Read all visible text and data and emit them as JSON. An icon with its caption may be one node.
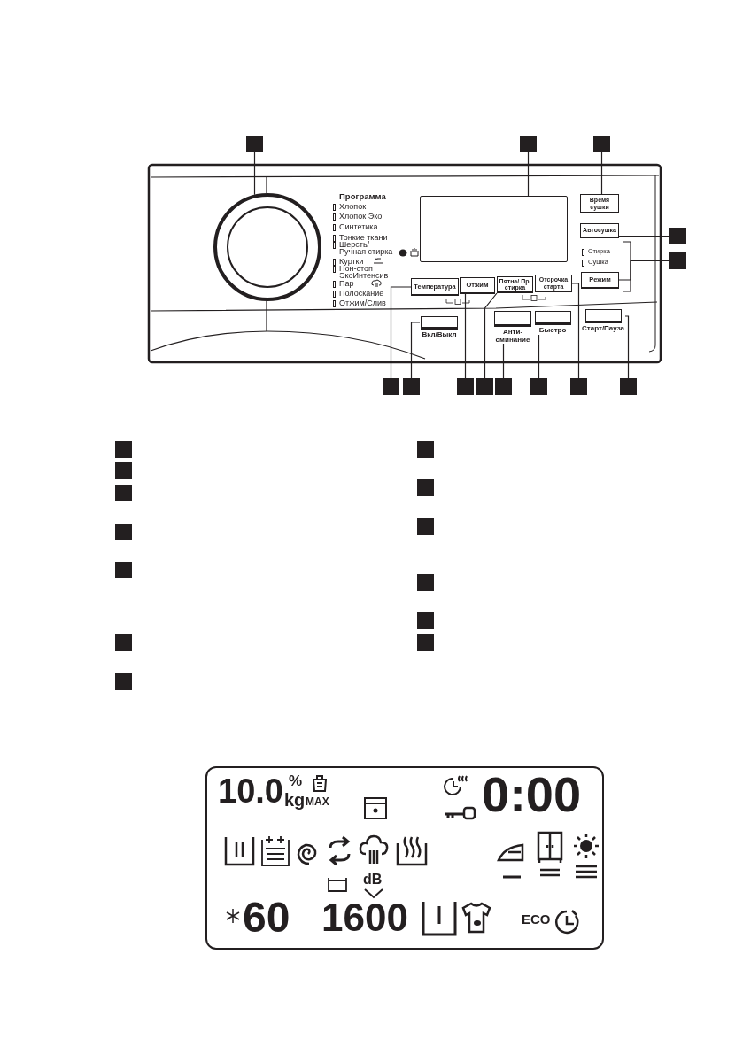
{
  "diagram": {
    "nodes": [
      {
        "text": [],
        "shape": "box"
      },
      {
        "text": [],
        "shape": "box"
      },
      {
        "text": [],
        "shape": "box"
      },
      {
        "text": [],
        "shape": "circle"
      },
      {
        "text": [],
        "shape": "box"
      },
      {
        "text": [
          "Время сушки"
        ]
      },
      {
        "text": [],
        "shape": "box"
      },
      {
        "text": [
          "Автосушка"
        ]
      },
      {
        "text": [],
        "shape": "box"
      },
      {
        "text": [
          "Режим"
        ]
      },
      {
        "text": [
          "Температура"
        ]
      },
      {
        "text": [
          "Отжим"
        ]
      },
      {
        "text": [
          "Пятна/ Пр. стирка"
        ]
      },
      {
        "text": [
          "Отсрочка старта"
        ]
      },
      {
        "text": [
          "Вкл/Выкл"
        ]
      },
      {
        "text": [
          "Анти-сминание"
        ]
      },
      {
        "text": [
          "Быстро"
        ]
      },
      {
        "text": [
          "Старт/Пауза"
        ]
      },
      {
        "text": [],
        "shape": "box"
      },
      {
        "text": [],
        "shape": "box"
      },
      {
        "text": [],
        "shape": "box"
      },
      {
        "text": [],
        "shape": "box"
      },
      {
        "text": [],
        "shape": "box"
      },
      {
        "text": [],
        "shape": "box"
      },
      {
        "text": [],
        "shape": "box"
      },
      {
        "text": [],
        "shape": "box"
      },
      {
        "text": [],
        "shape": "box"
      },
      {
        "text": [],
        "shape": "box"
      },
      {
        "text": [],
        "shape": "box"
      },
      {
        "text": [],
        "shape": "box"
      },
      {
        "text": [],
        "shape": "box"
      },
      {
        "text": [],
        "shape": "box"
      },
      {
        "text": [],
        "shape": "box"
      },
      {
        "text": [],
        "shape": "box"
      },
      {
        "text": [],
        "shape": "box"
      },
      {
        "text": [],
        "shape": "box"
      },
      {
        "text": [],
        "shape": "box"
      },
      {
        "text": [],
        "shape": "box"
      },
      {
        "text": [],
        "shape": "box"
      }
    ],
    "edges": [
      {
        "from": 0,
        "to": 3,
        "arrow": "none"
      },
      {
        "from": 1,
        "to": 4,
        "arrow": "none"
      },
      {
        "from": 2,
        "to": 5,
        "arrow": "none"
      },
      {
        "from": 6,
        "to": 7,
        "arrow": "none"
      },
      {
        "from": 8,
        "to": 9,
        "arrow": "none"
      },
      {
        "from": 18,
        "to": 10,
        "arrow": "none"
      },
      {
        "from": 19,
        "to": 14,
        "arrow": "none"
      },
      {
        "from": 20,
        "to": 11,
        "arrow": "none"
      },
      {
        "from": 21,
        "to": 12,
        "arrow": "none"
      },
      {
        "from": 22,
        "to": 15,
        "arrow": "none"
      },
      {
        "from": 23,
        "to": 16,
        "arrow": "none"
      },
      {
        "from": 24,
        "to": 13,
        "arrow": "none"
      },
      {
        "from": 25,
        "to": 17,
        "arrow": "none"
      }
    ],
    "labels": [
      "Программа",
      "Хлопок",
      "Хлопок Эко",
      "Синтетика",
      "Тонкие ткани",
      "Шерсть/ Ручная стирка",
      "Куртки",
      "Нон-стоп ЭкоИнтенсив",
      "Пар",
      "Полоскание",
      "Отжим/Слив",
      "Стирка",
      "Сушка",
      "10.0",
      "%",
      "kg",
      "MAX",
      "0:00",
      "dB",
      "60",
      "1600",
      "ECO"
    ]
  }
}
